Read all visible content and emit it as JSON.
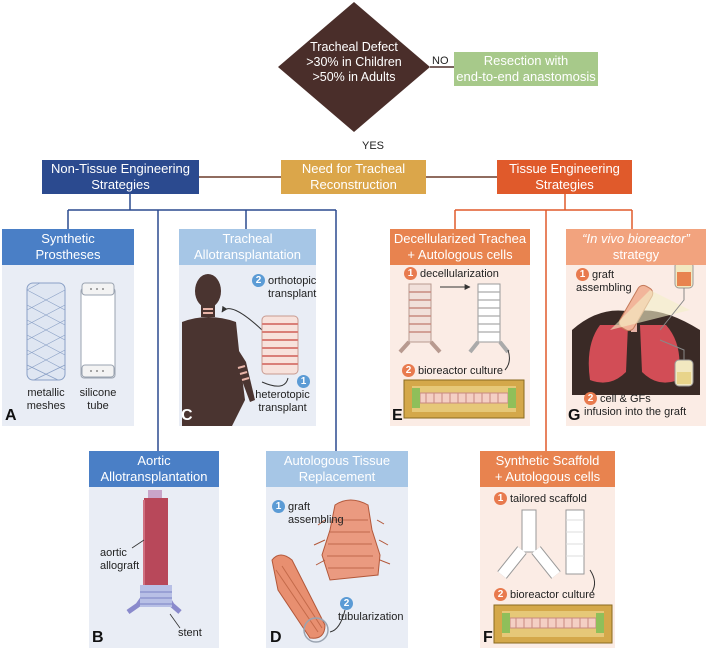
{
  "decision": {
    "question": [
      "Tracheal Defect",
      ">30% in Children",
      ">50% in Adults"
    ],
    "no_label": "NO",
    "yes_label": "YES",
    "no_outcome": [
      "Resection with",
      "end-to-end anastomosis"
    ]
  },
  "center": {
    "title": [
      "Need for Tracheal",
      "Reconstruction"
    ]
  },
  "non_te": {
    "title": [
      "Non-Tissue Engineering",
      "Strategies"
    ]
  },
  "te": {
    "title": [
      "Tissue Engineering",
      "Strategies"
    ]
  },
  "panels": {
    "a": {
      "letter": "A",
      "title": [
        "Synthetic",
        "Prostheses"
      ],
      "items": [
        [
          "metallic",
          "meshes"
        ],
        [
          "silicone",
          "tube"
        ]
      ]
    },
    "c": {
      "letter": "C",
      "title": [
        "Tracheal",
        "Allotransplantation"
      ],
      "step2_num": "2",
      "step2": [
        "orthotopic",
        "transplant"
      ],
      "step1_num": "1",
      "step1": [
        "heterotopic",
        "transplant"
      ]
    },
    "b": {
      "letter": "B",
      "title": [
        "Aortic",
        "Allotransplantation"
      ],
      "label1": [
        "aortic",
        "allograft"
      ],
      "label2": "stent"
    },
    "d": {
      "letter": "D",
      "title": [
        "Autologous Tissue",
        "Replacement"
      ],
      "step1_num": "1",
      "step1": [
        "graft",
        "assembling"
      ],
      "step2_num": "2",
      "step2": "tubularization"
    },
    "e": {
      "letter": "E",
      "title": [
        "Decellularized Trachea",
        "+ Autologous cells"
      ],
      "step1_num": "1",
      "step1": "decellularization",
      "step2_num": "2",
      "step2": "bioreactor culture"
    },
    "g": {
      "letter": "G",
      "title_italic": "“In vivo bioreactor”",
      "title2": "strategy",
      "step1_num": "1",
      "step1": [
        "graft",
        "assembling"
      ],
      "step2_num": "2",
      "step2": [
        "cell & GFs",
        "infusion into the graft"
      ]
    },
    "f": {
      "letter": "F",
      "title": [
        "Synthetic Scaffold",
        "+ Autologous cells"
      ],
      "step1_num": "1",
      "step1": "tailored scaffold",
      "step2_num": "2",
      "step2": "bioreactor culture"
    }
  },
  "colors": {
    "navy": "#2b4a8f",
    "orange_red": "#e05a2b",
    "gold": "#dba64a",
    "green": "#a7c98a",
    "diamond": "#4a2e2a",
    "blue_panel": "#4a7fc6",
    "light_blue": "#a6c6e6",
    "orange_panel": "#e8834f",
    "salmon": "#f2a37e"
  }
}
